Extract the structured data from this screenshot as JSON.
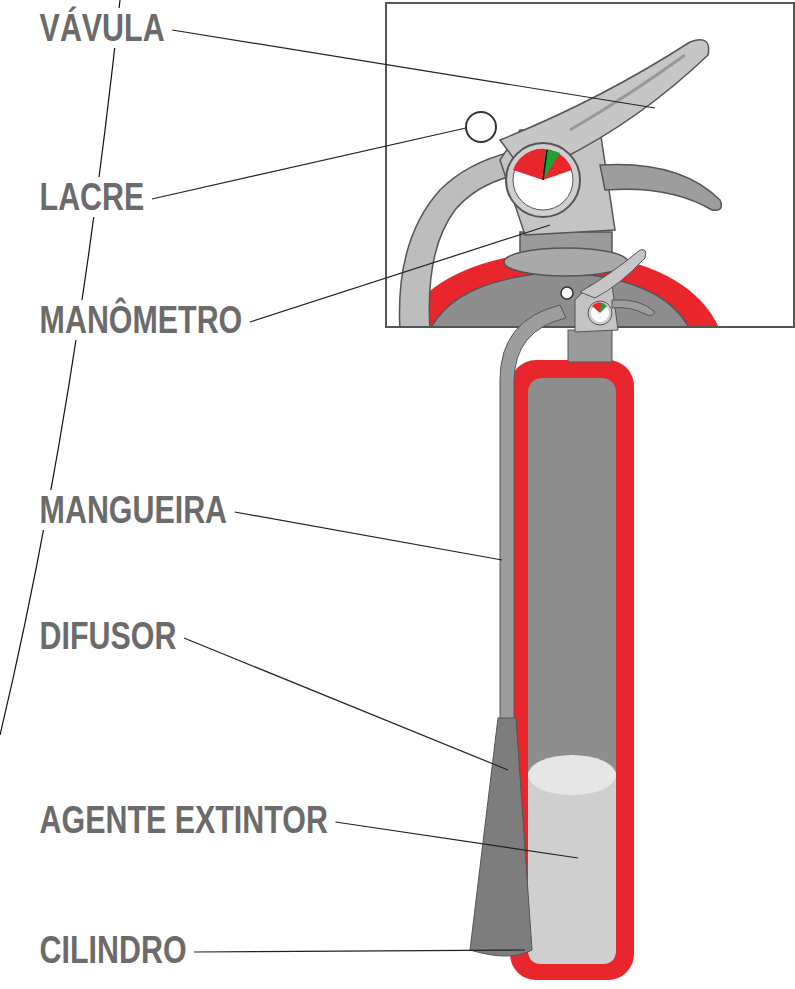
{
  "diagram": {
    "labels": [
      "VÁVULA",
      "LACRE",
      "MANÔMETRO",
      "MANGUEIRA",
      "DIFUSOR",
      "AGENTE EXTINTOR",
      "CILINDRO"
    ]
  }
}
